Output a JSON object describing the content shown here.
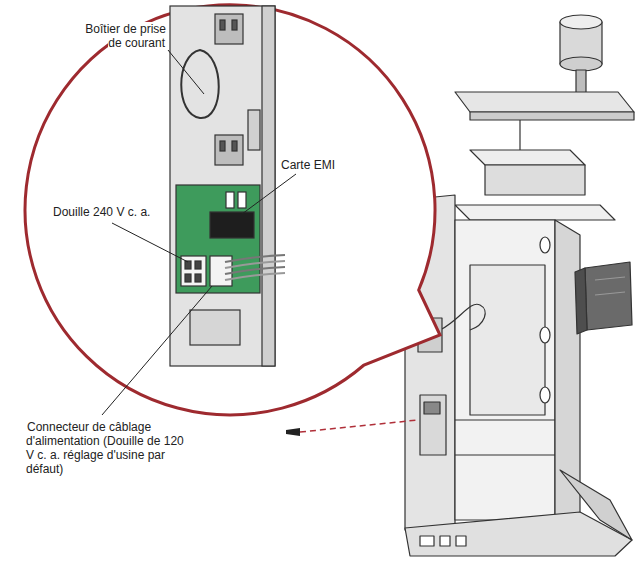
{
  "diagram": {
    "labels": [
      "Boîtier de prise de courant",
      "Carte EMI",
      "Douille 240 V c. a.",
      "Connecteur de câblage d'alimentation (Douille de 120 V c. a. réglage d'usine par défaut)"
    ]
  }
}
